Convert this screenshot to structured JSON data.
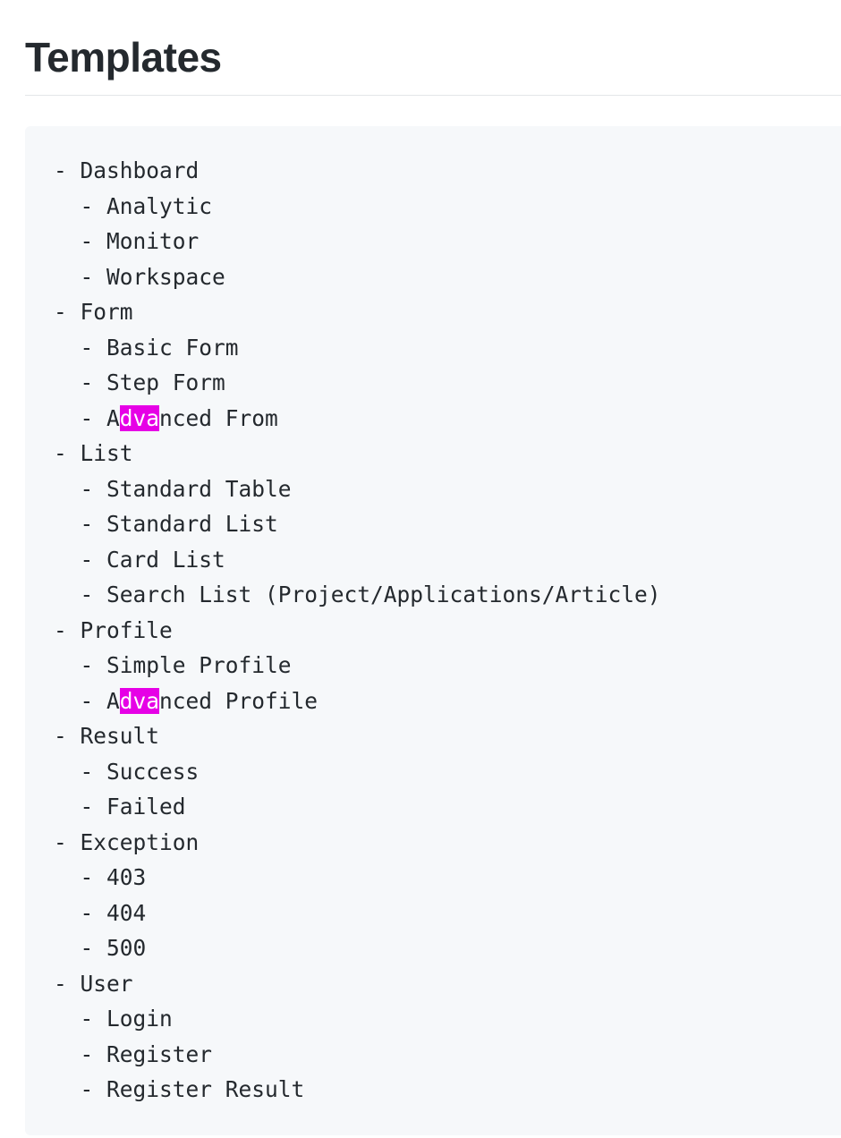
{
  "title": "Templates",
  "code_lines": [
    "- Dashboard",
    "  - Analytic",
    "  - Monitor",
    "  - Workspace",
    "- Form",
    "  - Basic Form",
    "  - Step Form",
    "  - Advanced From",
    "- List",
    "  - Standard Table",
    "  - Standard List",
    "  - Card List",
    "  - Search List (Project/Applications/Article)",
    "- Profile",
    "  - Simple Profile",
    "  - Advanced Profile",
    "- Result",
    "  - Success",
    "  - Failed",
    "- Exception",
    "  - 403",
    "  - 404",
    "  - 500",
    "- User",
    "  - Login",
    "  - Register",
    "  - Register Result"
  ],
  "highlights": [
    {
      "line": 7,
      "text": "dva",
      "color": "#e600e6"
    },
    {
      "line": 15,
      "text": "dva",
      "color": "#e600e6"
    }
  ]
}
